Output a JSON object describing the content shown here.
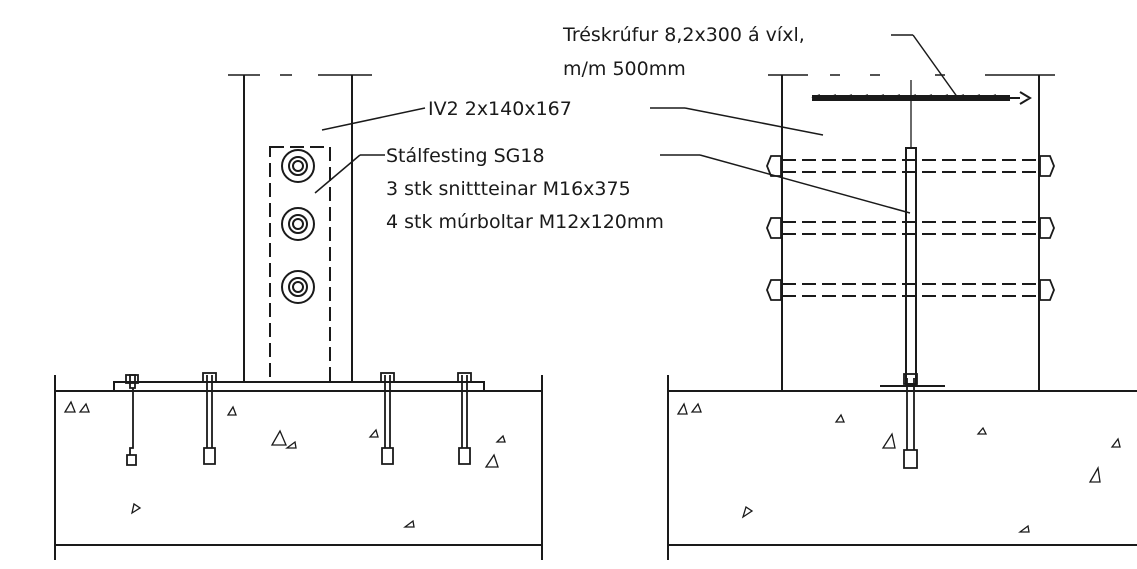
{
  "labels": {
    "screws_line1": "Tréskrúfur 8,2x300 á víxl,",
    "screws_line2": "m/m 500mm",
    "timber": "IV2 2x140x167",
    "steel_line1": "Stálfesting SG18",
    "steel_line2": "3 stk snittteinar M16x375",
    "steel_line3": "4 stk múrboltar M12x120mm"
  },
  "colors": {
    "line": "#1a1a1a",
    "background": "#ffffff"
  }
}
